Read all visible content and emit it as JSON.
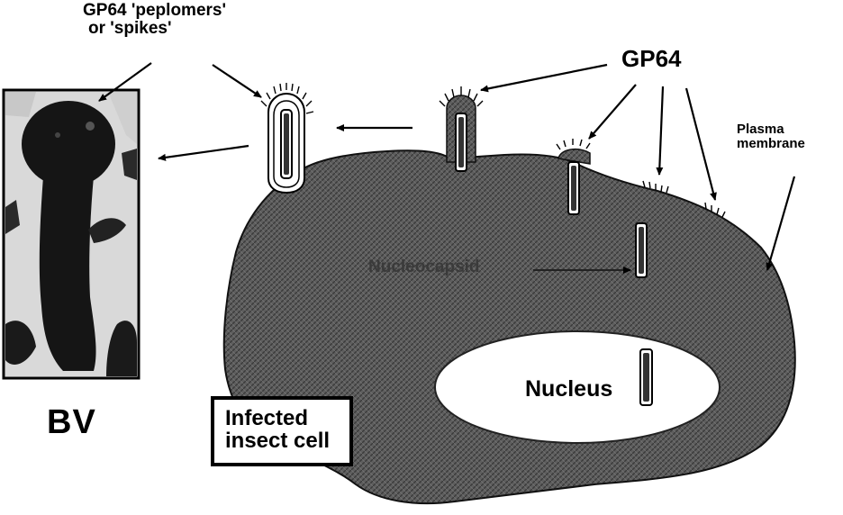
{
  "labels": {
    "peplomers_line1": "GP64 'peplomers'",
    "peplomers_line2": "or 'spikes'",
    "gp64": "GP64",
    "plasma_line1": "Plasma",
    "plasma_line2": "membrane",
    "bv": "BV",
    "nucleus": "Nucleus",
    "nucleocapsid": "Nucleocapsid",
    "infected_line1": "Infected",
    "infected_line2": "insect cell"
  },
  "colors": {
    "cell_fill": "#555555",
    "micrograph_dark": "#151515",
    "nucleus_fill": "#ffffff",
    "ink": "#000000"
  }
}
